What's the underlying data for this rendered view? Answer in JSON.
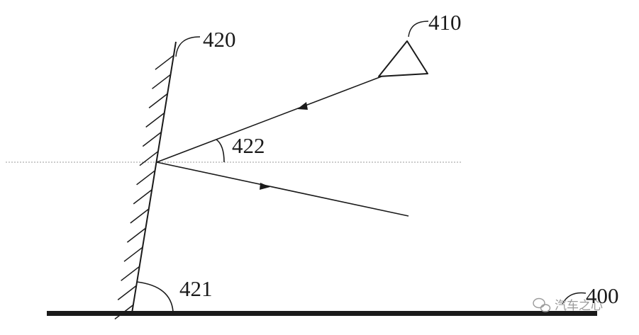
{
  "labels": {
    "light_source": "410",
    "mirror": "420",
    "mirror_angle": "421",
    "incidence_angle": "422",
    "ground": "400"
  },
  "watermark": {
    "text": "汽车之心",
    "icon": "wechat-icon"
  },
  "colors": {
    "ink": "#1a1a1a",
    "reference_line": "#9a9a9a",
    "watermark": "#9a9a9a"
  }
}
